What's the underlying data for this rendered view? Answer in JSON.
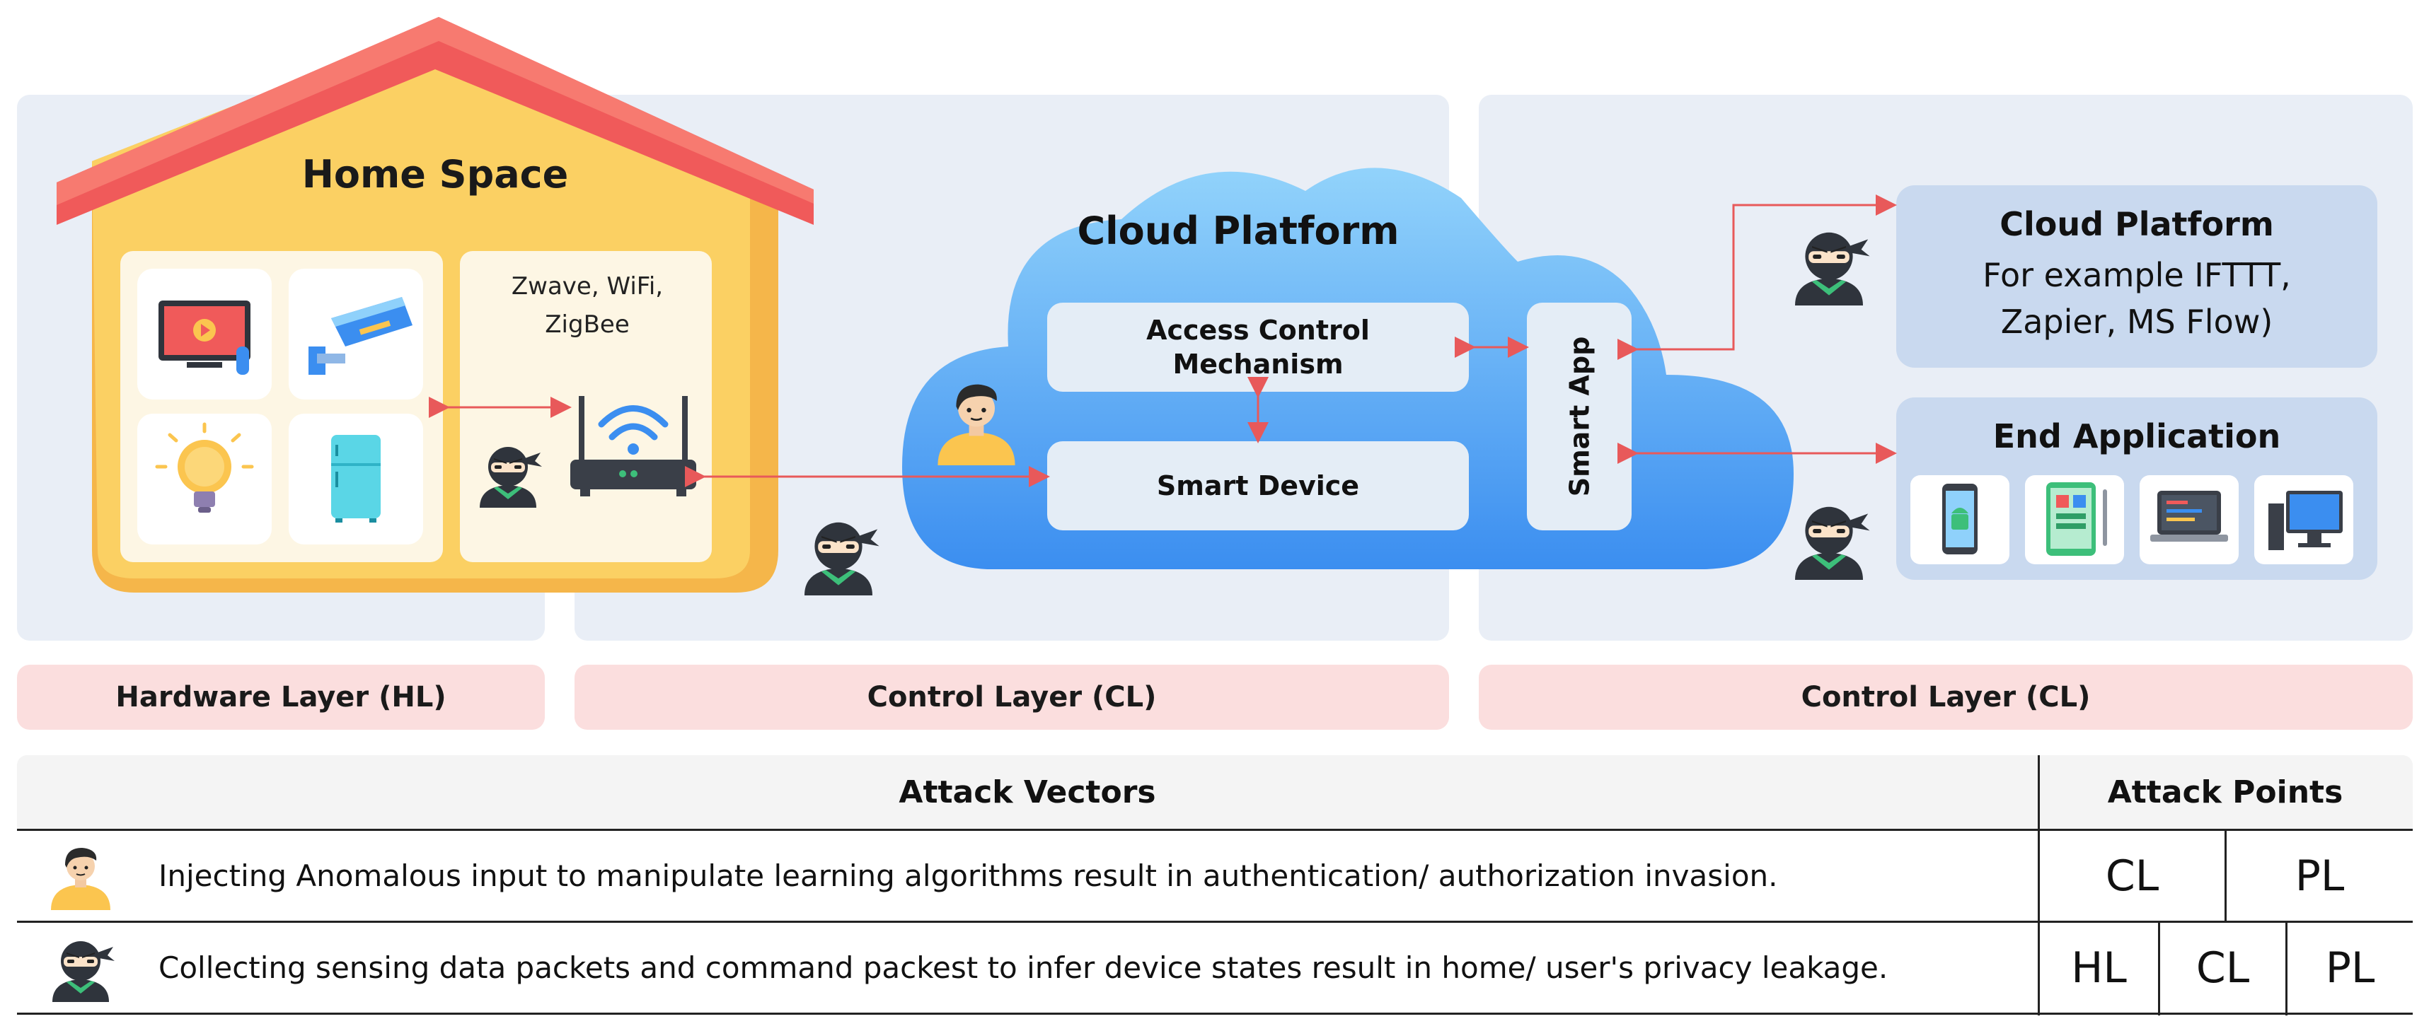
{
  "home": {
    "title": "Home Space",
    "protocols": "Zwave, WiFi, ZigBee"
  },
  "cloud": {
    "title": "Cloud Platform",
    "access_control": "Access Control Mechanism",
    "smart_device": "Smart Device",
    "smart_app": "Smart App"
  },
  "right": {
    "cloud_box_title": "Cloud Platform",
    "cloud_box_text": "For example IFTTT, Zapier, MS Flow)",
    "end_app_title": "End Application"
  },
  "layers": {
    "left": "Hardware Layer (HL)",
    "middle": "Control Layer (CL)",
    "right": "Control Layer (CL)"
  },
  "table": {
    "header_vectors": "Attack Vectors",
    "header_points": "Attack Points",
    "rows": [
      {
        "icon": "person-icon",
        "text": "Injecting Anomalous input to manipulate learning algorithms result in authentication/ authorization invasion.",
        "points": [
          "CL",
          "PL"
        ]
      },
      {
        "icon": "ninja-icon",
        "text": "Collecting sensing data packets and command packest to infer device states result in home/ user's privacy leakage.",
        "points": [
          "HL",
          "CL",
          "PL"
        ]
      }
    ]
  },
  "colors": {
    "roof": "#f05a5a",
    "house": "#fbc54f",
    "cloud_top": "#8fd1fb",
    "cloud_bottom": "#3b8ef0",
    "panel": "#e9eef6",
    "layer_bar": "#fbdede",
    "arrow": "#e8595a",
    "ninja_scarf": "#3dbf7a"
  }
}
